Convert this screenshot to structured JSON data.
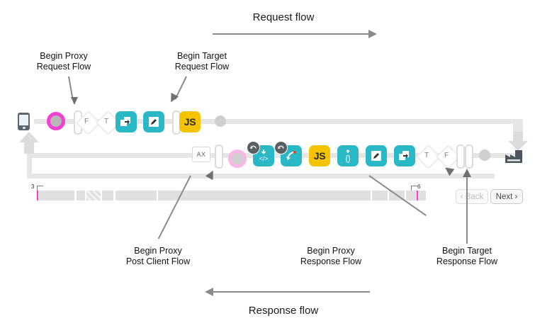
{
  "diagram": {
    "request_flow_title": "Request flow",
    "response_flow_title": "Response flow"
  },
  "callouts": [
    {
      "id": "begin-proxy-request-flow",
      "line1": "Begin Proxy",
      "line2": "Request Flow"
    },
    {
      "id": "begin-target-request-flow",
      "line1": "Begin Target",
      "line2": "Request Flow"
    },
    {
      "id": "begin-proxy-post-client-flow",
      "line1": "Begin Proxy",
      "line2": "Post Client Flow"
    },
    {
      "id": "begin-proxy-response-flow",
      "line1": "Begin Proxy",
      "line2": "Response Flow"
    },
    {
      "id": "begin-target-response-flow",
      "line1": "Begin Target",
      "line2": "Response Flow"
    }
  ],
  "request_row": {
    "client_icon": "mobile-phone-icon",
    "nodes": [
      {
        "type": "ring",
        "icon": "magenta-ring-node"
      },
      {
        "type": "vbar",
        "icon": "flow-separator-bar"
      },
      {
        "type": "diamond",
        "label": "F",
        "icon": "condition-false-diamond"
      },
      {
        "type": "diamond",
        "label": "T",
        "icon": "condition-true-diamond"
      },
      {
        "type": "teal",
        "icon": "assign-message-policy-icon"
      },
      {
        "type": "teal",
        "icon": "edit-policy-icon"
      },
      {
        "type": "vbar",
        "icon": "flow-separator-bar"
      },
      {
        "type": "yellow",
        "label": "JS",
        "icon": "javascript-policy-icon"
      },
      {
        "type": "dot",
        "icon": "endpoint-dot"
      }
    ],
    "target_icon": "target-endpoint-icon"
  },
  "response_row": {
    "nodes": [
      {
        "type": "axbox",
        "label": "AX",
        "icon": "analytics-policy-icon"
      },
      {
        "type": "vbar",
        "icon": "flow-separator-bar"
      },
      {
        "type": "ring",
        "icon": "pink-ring-node"
      },
      {
        "type": "teal",
        "label": "</>",
        "icon": "xml-to-json-policy-icon",
        "badge": "fault-rule-badge"
      },
      {
        "type": "teal",
        "icon": "raise-fault-policy-icon",
        "badge": "fault-rule-badge"
      },
      {
        "type": "yellow",
        "label": "JS",
        "icon": "javascript-policy-icon"
      },
      {
        "type": "teal",
        "label": "{}",
        "icon": "json-to-xml-policy-icon"
      },
      {
        "type": "teal",
        "icon": "edit-policy-icon"
      },
      {
        "type": "teal",
        "icon": "assign-message-policy-icon"
      },
      {
        "type": "diamond",
        "label": "T",
        "icon": "condition-true-diamond"
      },
      {
        "type": "diamond",
        "label": "F",
        "icon": "condition-false-diamond"
      },
      {
        "type": "vbar",
        "icon": "flow-separator-bar"
      },
      {
        "type": "vbar",
        "icon": "flow-separator-bar"
      },
      {
        "type": "dot",
        "icon": "endpoint-dot"
      }
    ]
  },
  "timeline": {
    "start_label": "3",
    "end_label": "6"
  },
  "nav": {
    "back_label": "‹ Back",
    "next_label": "Next ›"
  },
  "colors": {
    "teal": "#2ab7c6",
    "yellow": "#f5c400",
    "magenta": "#f43fd0",
    "pink": "#f9b7e6",
    "track_grey": "#e6e6e6",
    "dark_slate": "#5d666e",
    "arrow_grey": "#8a8a8a"
  }
}
